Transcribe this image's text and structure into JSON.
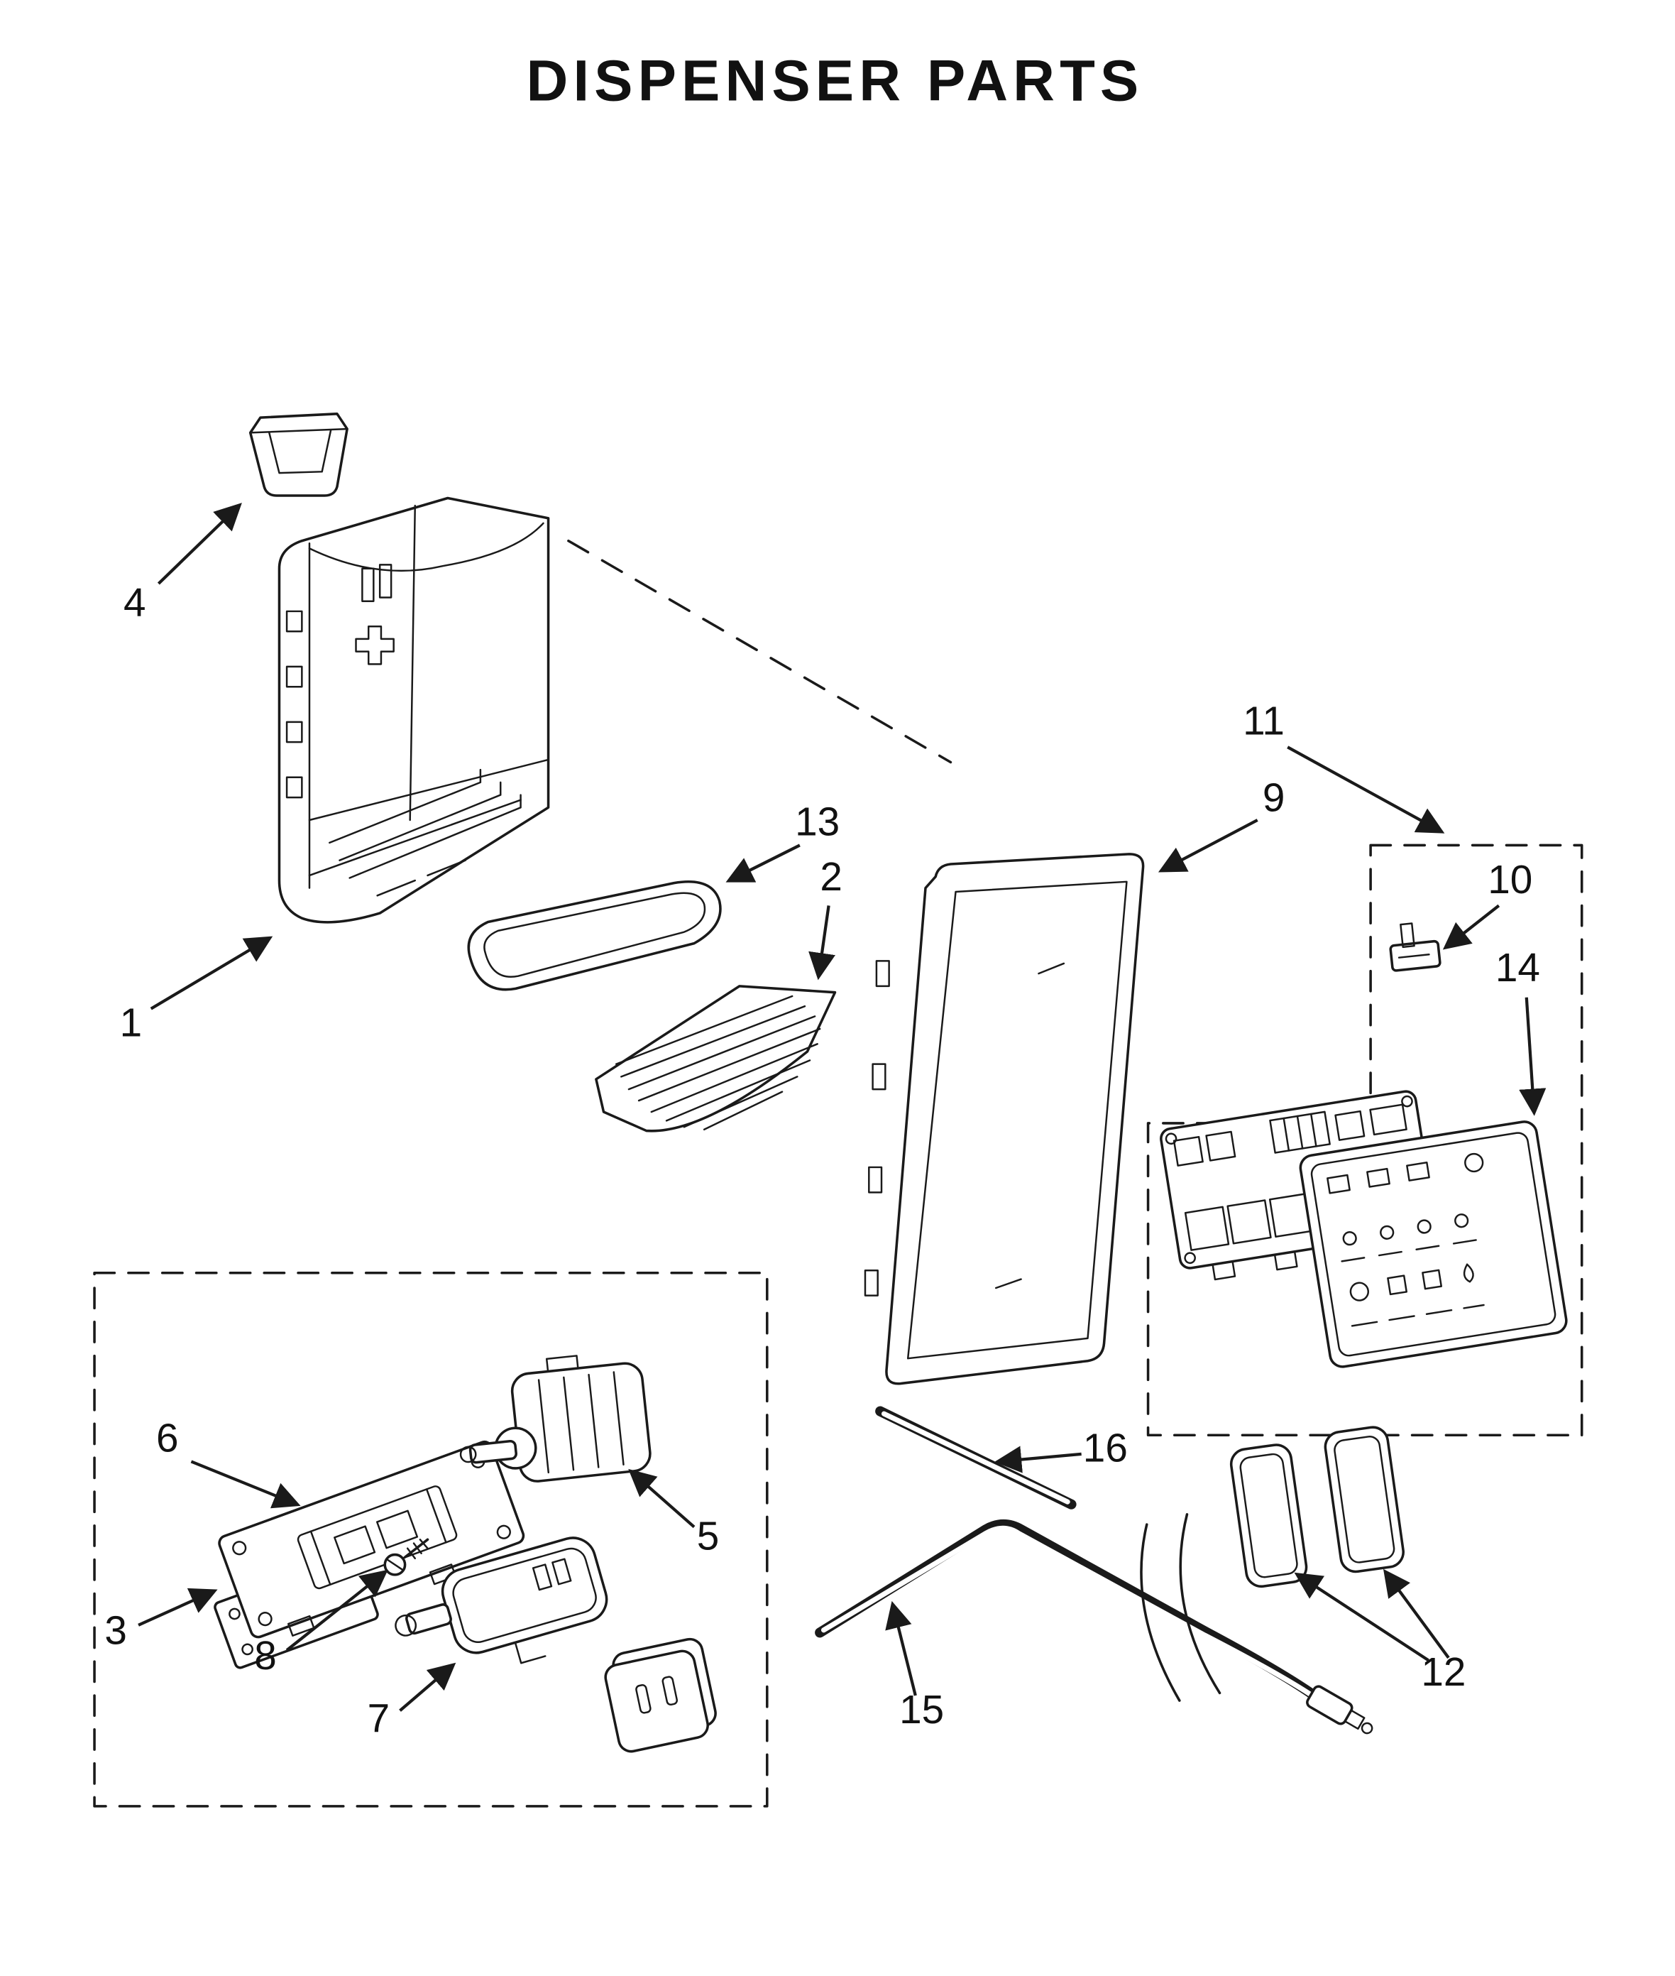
{
  "title": "DISPENSER PARTS",
  "callouts": [
    "1",
    "2",
    "3",
    "4",
    "5",
    "6",
    "7",
    "8",
    "9",
    "10",
    "11",
    "12",
    "13",
    "14",
    "15",
    "16"
  ],
  "colors": {
    "line": "#1a1a1a",
    "background": "#ffffff"
  }
}
